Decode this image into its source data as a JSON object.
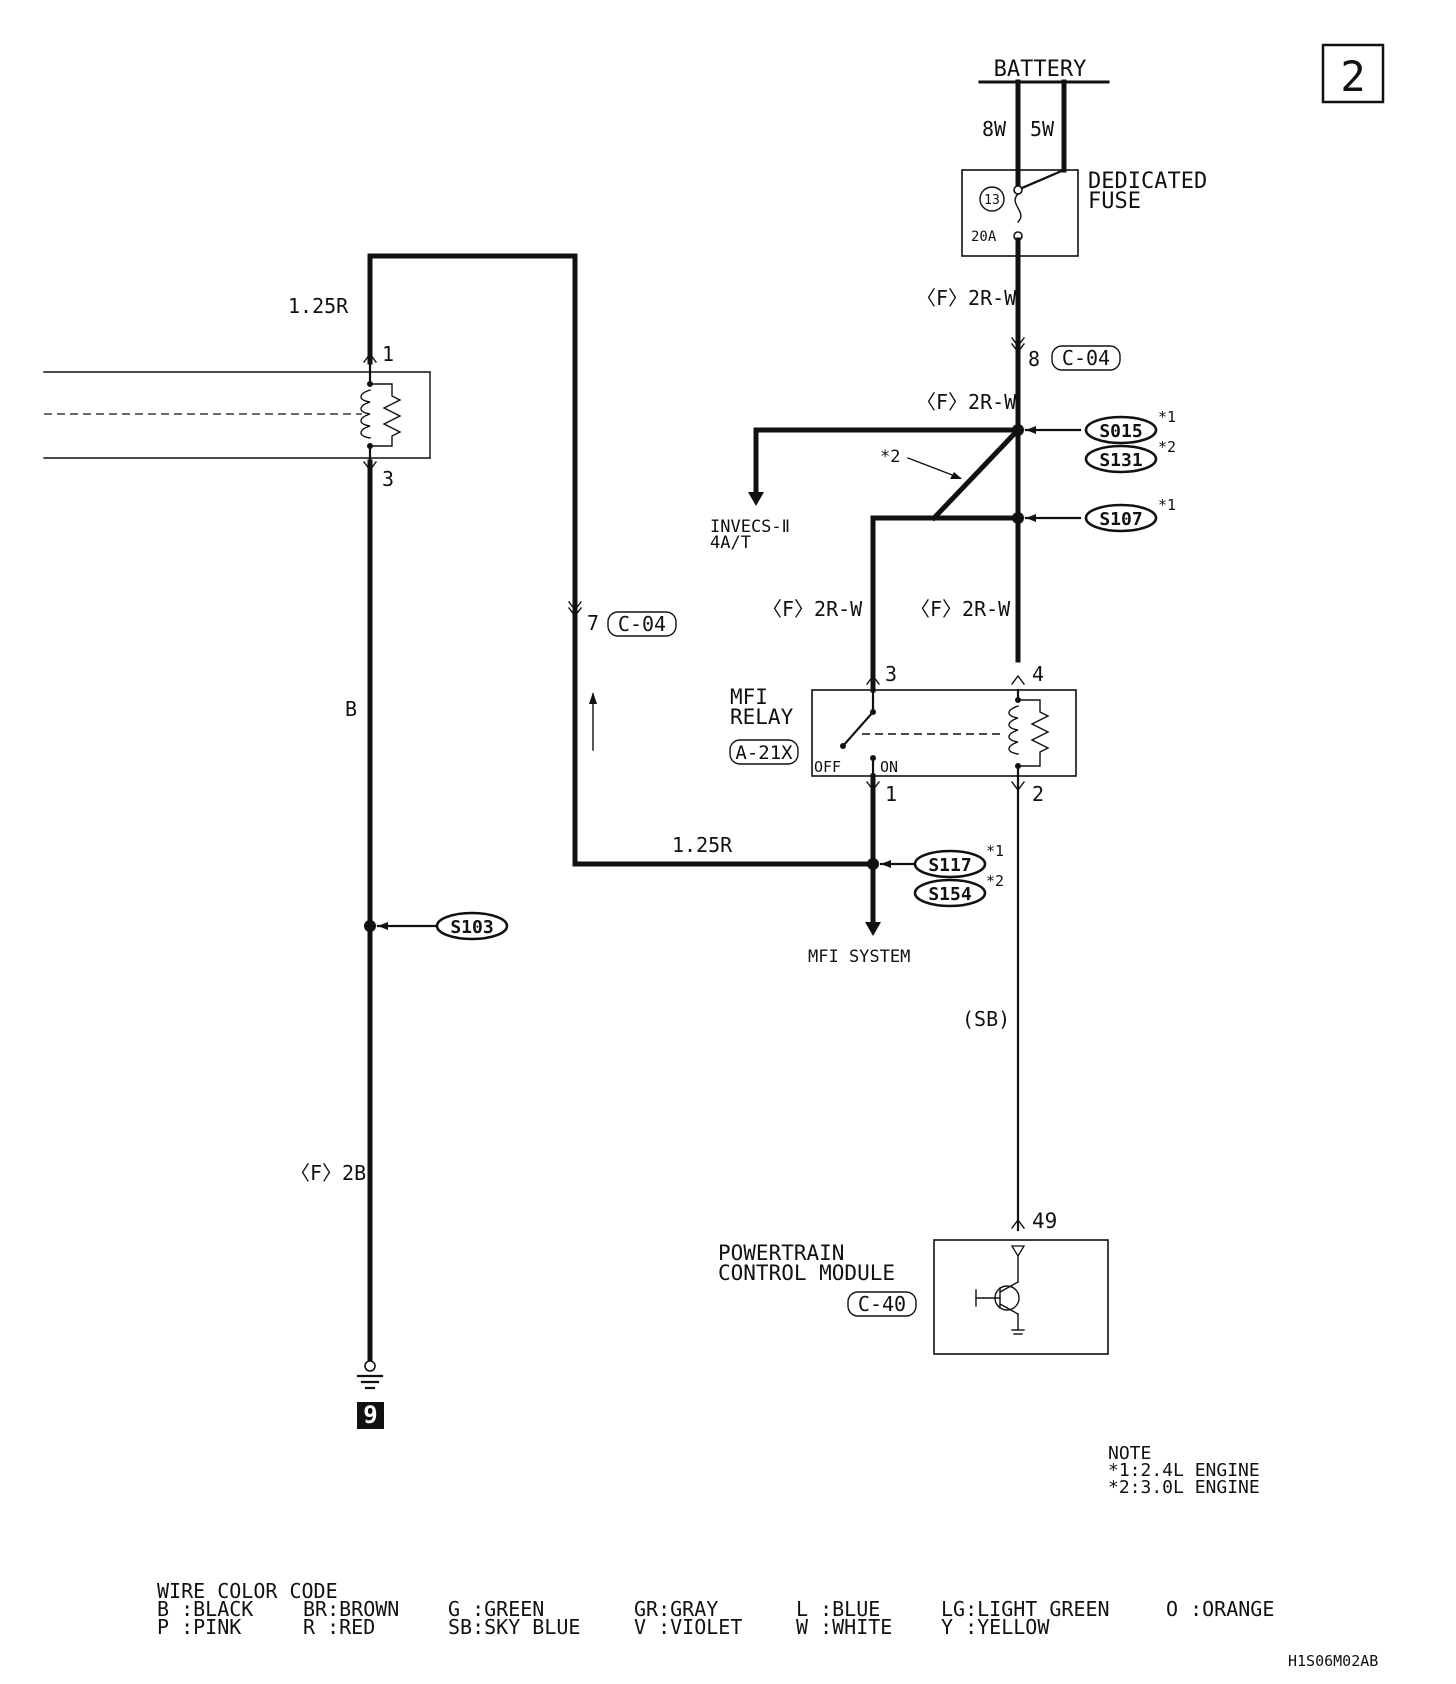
{
  "page_number": "2",
  "battery": {
    "label": "BATTERY",
    "wire_left": "8W",
    "wire_right": "5W"
  },
  "fuse": {
    "label_line1": "DEDICATED",
    "label_line2": "FUSE",
    "number": "13",
    "rating": "20A"
  },
  "wire_labels": {
    "fuse_out": "〈F〉2R-W",
    "after_c04": "〈F〉2R-W",
    "relay_in_left": "〈F〉2R-W",
    "relay_in_right": "〈F〉2R-W",
    "left_top": "1.25R",
    "left_b": "B",
    "left_bottom": "〈F〉2B",
    "relay_out": "1.25R",
    "pcm_in": "(SB)"
  },
  "connectors": {
    "c04_pin8": "8",
    "c04_pin7": "7",
    "c04": "C-04",
    "relay_code": "A-21X",
    "pcm_code": "C-40"
  },
  "pins": {
    "p1": "1",
    "p3": "3",
    "r3": "3",
    "r4": "4",
    "r1": "1",
    "r2": "2",
    "pcm49": "49"
  },
  "splices": {
    "s015": "S015",
    "s131": "S131",
    "s107": "S107",
    "s117": "S117",
    "s154": "S154",
    "s103": "S103",
    "note1": "*1",
    "note2": "*2"
  },
  "branch_note": "*2",
  "destinations": {
    "invecs_line1": "INVECS-Ⅱ",
    "invecs_line2": "4A/T",
    "mfi_system": "MFI SYSTEM"
  },
  "relay": {
    "label_line1": "MFI",
    "label_line2": "RELAY",
    "off": "OFF",
    "on": "ON"
  },
  "pcm": {
    "label_line1": "POWERTRAIN",
    "label_line2": "CONTROL MODULE"
  },
  "ground": {
    "number": "9"
  },
  "note": {
    "title": "NOTE",
    "line1": "*1:2.4L ENGINE",
    "line2": "*2:3.0L ENGINE"
  },
  "color_code": {
    "title": "WIRE COLOR CODE",
    "row1": [
      "B :BLACK",
      "BR:BROWN",
      "G :GREEN",
      "GR:GRAY",
      "L :BLUE",
      "LG:LIGHT GREEN",
      "O :ORANGE"
    ],
    "row2": [
      "P :PINK",
      "R :RED",
      "SB:SKY BLUE",
      "V :VIOLET",
      "W :WHITE",
      "Y :YELLOW"
    ]
  },
  "drawing_id": "H1S06M02AB"
}
